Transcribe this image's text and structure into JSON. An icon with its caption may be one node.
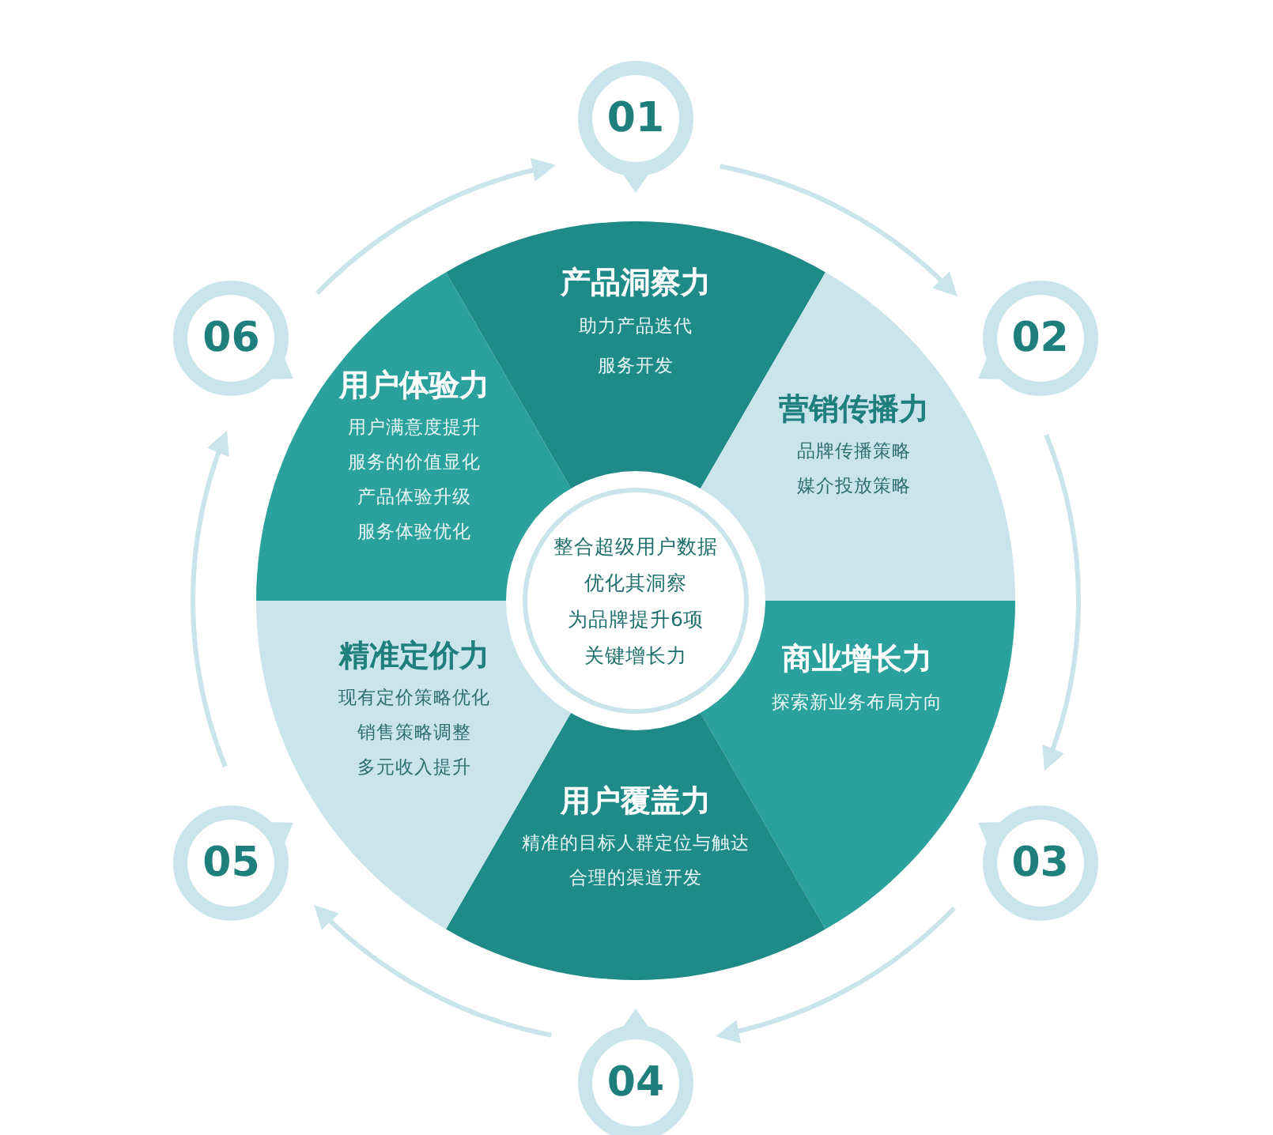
{
  "diagram": {
    "nodes": [
      {
        "text": [
          "整合超级用户数据",
          "优化其洞察",
          "为品牌提升6项",
          "关键增长力"
        ]
      },
      {
        "text": [
          "产品洞察力",
          "助力产品迭代",
          "服务开发"
        ]
      },
      {
        "text": [
          "营销传播力",
          "品牌传播策略",
          "媒介投放策略"
        ]
      },
      {
        "text": [
          "商业增长力",
          "探索新业务布局方向"
        ]
      },
      {
        "text": [
          "用户覆盖力",
          "精准的目标人群定位与触达",
          "合理的渠道开发"
        ]
      },
      {
        "text": [
          "精准定价力",
          "现有定价策略优化",
          "销售策略调整",
          "多元收入提升"
        ]
      },
      {
        "text": [
          "用户体验力",
          "用户满意度提升",
          "服务的价值显化",
          "产品体验升级",
          "服务体验优化"
        ]
      },
      {
        "text": [
          "01"
        ]
      },
      {
        "text": [
          "02"
        ]
      },
      {
        "text": [
          "03"
        ]
      },
      {
        "text": [
          "04"
        ]
      },
      {
        "text": [
          "05"
        ]
      },
      {
        "text": [
          "06"
        ]
      }
    ],
    "edges": [
      {
        "from": 7,
        "to": 8,
        "arrow": "to"
      },
      {
        "from": 8,
        "to": 9,
        "arrow": "to"
      },
      {
        "from": 9,
        "to": 10,
        "arrow": "to"
      },
      {
        "from": 10,
        "to": 11,
        "arrow": "to"
      },
      {
        "from": 11,
        "to": 12,
        "arrow": "to"
      },
      {
        "from": 12,
        "to": 7,
        "arrow": "to"
      }
    ]
  }
}
